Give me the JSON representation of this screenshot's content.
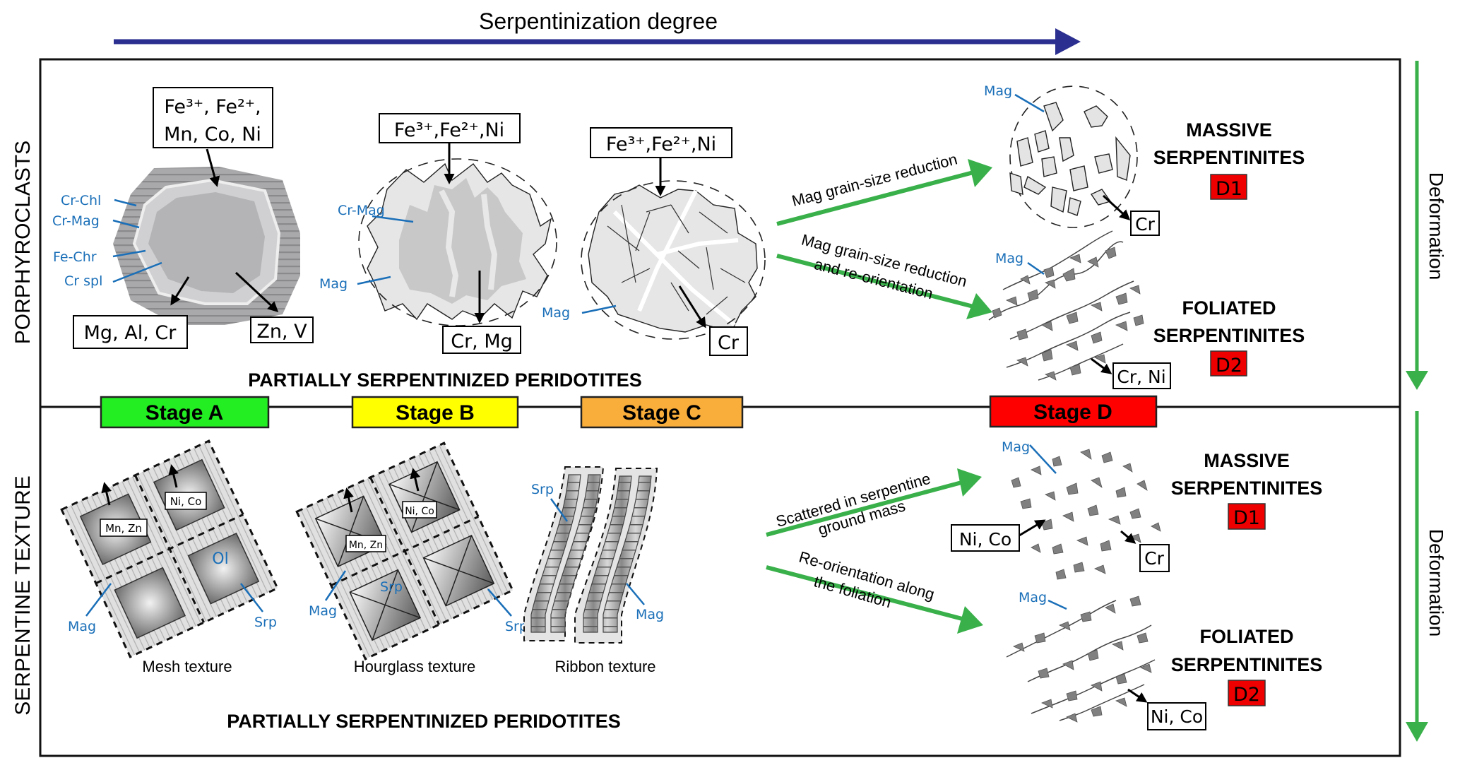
{
  "header": {
    "axis_label": "Serpentinization degree"
  },
  "colors": {
    "axis_arrow": "#2b2f8f",
    "process_arrow": "#39b04a",
    "mineral_label": "#1a6fb8",
    "stage_a": "#22ee22",
    "stage_b": "#ffff00",
    "stage_c": "#f9ad3a",
    "stage_d": "#ff0000",
    "deformation_badge": "#ee0000"
  },
  "rows": {
    "top": {
      "label": "PORPHYROCLASTS",
      "footer": "PARTIALLY SERPENTINIZED PERIDOTITES"
    },
    "bottom": {
      "label": "SERPENTINE TEXTURE",
      "footer": "PARTIALLY SERPENTINIZED PERIDOTITES"
    }
  },
  "deformation_label": "Deformation",
  "stages": [
    {
      "label": "Stage A"
    },
    {
      "label": "Stage B"
    },
    {
      "label": "Stage C"
    },
    {
      "label": "Stage D"
    }
  ],
  "porphyroclasts": {
    "stage_a": {
      "input_line1": "Fe³⁺, Fe²⁺,",
      "input_line2": "Mn, Co, Ni",
      "output_left": "Mg, Al, Cr",
      "output_right": "Zn, V",
      "minerals": [
        "Cr-Chl",
        "Cr-Mag",
        "Fe-Chr",
        "Cr spl"
      ]
    },
    "stage_b": {
      "input": "Fe³⁺,Fe²⁺,Ni",
      "output": "Cr, Mg",
      "minerals": [
        "Cr-Mag",
        "Mag"
      ]
    },
    "stage_c": {
      "input": "Fe³⁺,Fe²⁺,Ni",
      "output": "Cr",
      "minerals": [
        "Mag"
      ]
    },
    "processes": [
      {
        "line1": "Mag grain-size reduction",
        "line2": ""
      },
      {
        "line1": "Mag grain-size reduction",
        "line2": "and re-orientation"
      }
    ],
    "stage_d": {
      "massive": {
        "mineral": "Mag",
        "output": "Cr",
        "title1": "MASSIVE",
        "title2": "SERPENTINITES",
        "badge": "D1"
      },
      "foliated": {
        "mineral": "Mag",
        "output": "Cr, Ni",
        "title1": "FOLIATED",
        "title2": "SERPENTINITES",
        "badge": "D2"
      }
    }
  },
  "textures": {
    "mesh": {
      "caption": "Mesh texture",
      "labels": {
        "out_top": "Ni, Co",
        "out_left": "Mn, Zn",
        "ol": "Ol",
        "mag": "Mag",
        "srp": "Srp"
      }
    },
    "hourglass": {
      "caption": "Hourglass texture",
      "labels": {
        "out_top": "Ni, Co",
        "out_left": "Mn, Zn",
        "srp_inner": "Srp",
        "mag": "Mag",
        "srp": "Srp"
      }
    },
    "ribbon": {
      "caption": "Ribbon texture",
      "labels": {
        "srp": "Srp",
        "mag": "Mag"
      }
    },
    "processes": [
      {
        "line1": "Scattered in serpentine",
        "line2": "ground mass"
      },
      {
        "line1": "Re-orientation along",
        "line2": "the foliation"
      }
    ],
    "stage_d": {
      "massive": {
        "mineral": "Mag",
        "input": "Ni, Co",
        "output": "Cr",
        "title1": "MASSIVE",
        "title2": "SERPENTINITES",
        "badge": "D1"
      },
      "foliated": {
        "mineral": "Mag",
        "output": "Ni, Co",
        "title1": "FOLIATED",
        "title2": "SERPENTINITES",
        "badge": "D2"
      }
    }
  }
}
